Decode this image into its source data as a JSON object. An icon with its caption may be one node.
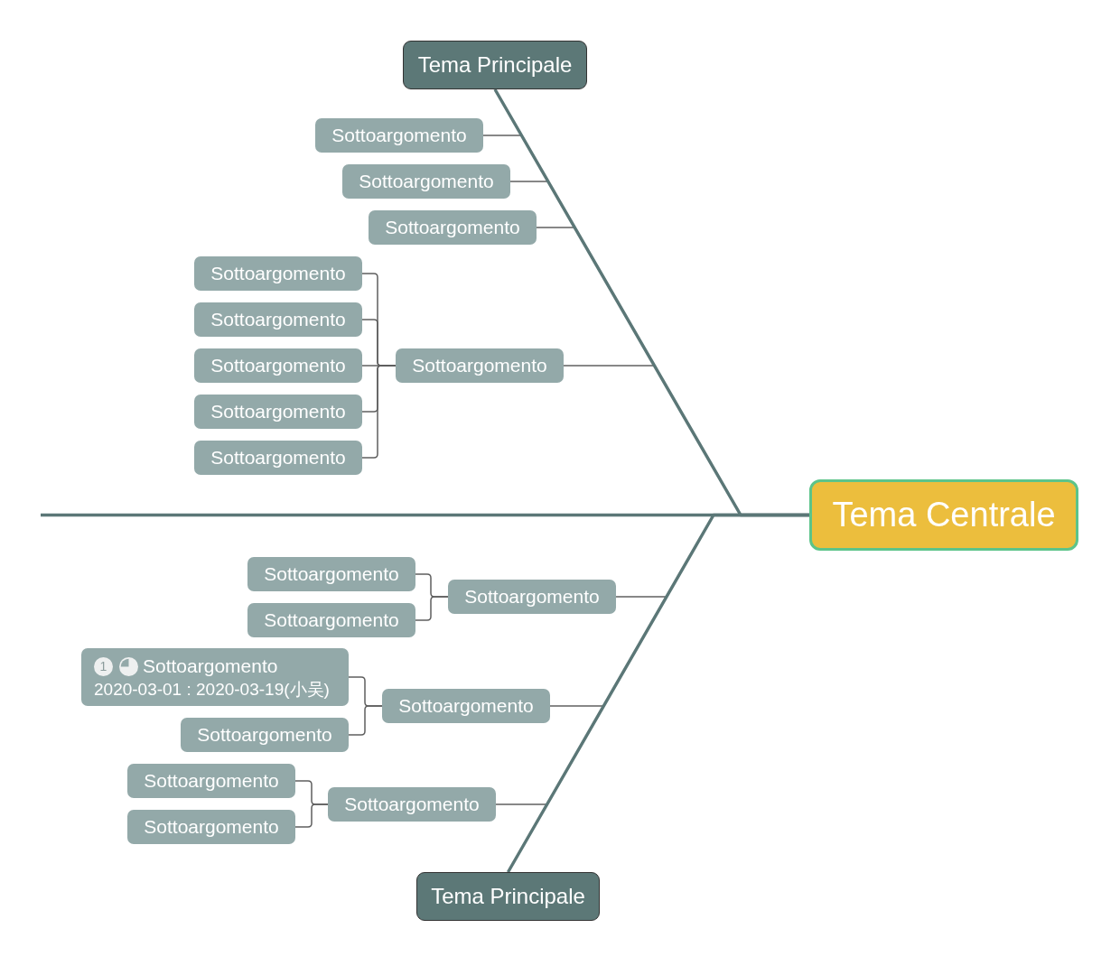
{
  "diagram": {
    "nodes": [
      {
        "text": [
          "Tema Centrale"
        ]
      },
      {
        "text": [
          "Tema Principale"
        ]
      },
      {
        "text": [
          "Sottoargomento"
        ]
      },
      {
        "text": [
          "Sottoargomento"
        ]
      },
      {
        "text": [
          "Sottoargomento"
        ]
      },
      {
        "text": [
          "Sottoargomento"
        ]
      },
      {
        "text": [
          "Sottoargomento"
        ]
      },
      {
        "text": [
          "Sottoargomento"
        ]
      },
      {
        "text": [
          "Sottoargomento"
        ]
      },
      {
        "text": [
          "Sottoargomento"
        ]
      },
      {
        "text": [
          "Sottoargomento"
        ]
      },
      {
        "text": [
          "Tema Principale"
        ]
      },
      {
        "text": [
          "Sottoargomento"
        ]
      },
      {
        "text": [
          "Sottoargomento"
        ]
      },
      {
        "text": [
          "Sottoargomento"
        ]
      },
      {
        "text": [
          "Sottoargomento"
        ]
      },
      {
        "text": [
          "1",
          "Sottoargomento",
          "2020-03-01 : 2020-03-19(小吴)"
        ]
      },
      {
        "text": [
          "Sottoargomento"
        ]
      },
      {
        "text": [
          "Sottoargomento"
        ]
      },
      {
        "text": [
          "Sottoargomento"
        ]
      },
      {
        "text": [
          "Sottoargomento"
        ]
      }
    ],
    "edges": [
      {
        "from": null,
        "to": 0,
        "arrow": "none",
        "style": "thick",
        "color": "#5b7777"
      },
      {
        "from": 0,
        "to": 1,
        "arrow": "none",
        "style": "thick",
        "color": "#5b7777"
      },
      {
        "from": 0,
        "to": 11,
        "arrow": "none",
        "style": "thick",
        "color": "#5b7777"
      },
      {
        "from": null,
        "to": 2,
        "arrow": "none"
      },
      {
        "from": null,
        "to": 3,
        "arrow": "none"
      },
      {
        "from": null,
        "to": 4,
        "arrow": "none"
      },
      {
        "from": null,
        "to": 5,
        "arrow": "none"
      },
      {
        "from": 5,
        "to": 6,
        "arrow": "none"
      },
      {
        "from": 5,
        "to": 7,
        "arrow": "none"
      },
      {
        "from": 5,
        "to": 8,
        "arrow": "none"
      },
      {
        "from": 5,
        "to": 9,
        "arrow": "none"
      },
      {
        "from": 5,
        "to": 10,
        "arrow": "none"
      },
      {
        "from": null,
        "to": 12,
        "arrow": "none"
      },
      {
        "from": null,
        "to": 15,
        "arrow": "none"
      },
      {
        "from": null,
        "to": 18,
        "arrow": "none"
      },
      {
        "from": 12,
        "to": 13,
        "arrow": "none"
      },
      {
        "from": 12,
        "to": 14,
        "arrow": "none"
      },
      {
        "from": 15,
        "to": 16,
        "arrow": "none"
      },
      {
        "from": 15,
        "to": 17,
        "arrow": "none"
      },
      {
        "from": 18,
        "to": 19,
        "arrow": "none"
      },
      {
        "from": 18,
        "to": 20,
        "arrow": "none"
      }
    ]
  }
}
